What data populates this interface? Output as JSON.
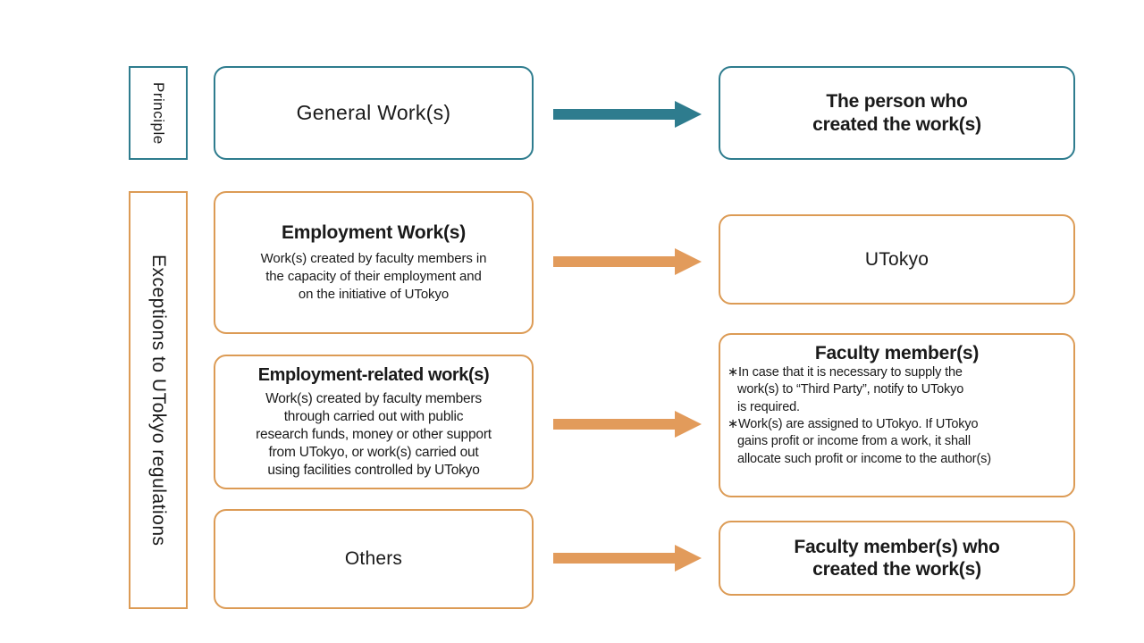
{
  "colors": {
    "teal": "#2E7C8E",
    "orange": "#DC9B55",
    "arrow_teal": "#2E7C8E",
    "arrow_orange": "#E29B5B",
    "text": "#1a1a1a",
    "background": "#ffffff"
  },
  "left_labels": {
    "principle": "Principle",
    "exceptions": "Exceptions to UTokyo regulations"
  },
  "rows": [
    {
      "id": "principle-general-works",
      "category": "Principle",
      "accent": "teal",
      "source": {
        "title": "General Work(s)",
        "description": ""
      },
      "arrow": "right-arrow-teal",
      "target": {
        "title_lines": [
          "The person who",
          "created the work(s)"
        ],
        "notes": []
      }
    },
    {
      "id": "employment-works",
      "category": "Exceptions to UTokyo regulations",
      "accent": "orange",
      "source": {
        "title": "Employment Work(s)",
        "description_lines": [
          "Work(s) created by faculty members in",
          "the capacity of their employment and",
          "on the initiative of UTokyo"
        ]
      },
      "arrow": "right-arrow-orange",
      "target": {
        "title_lines": [
          "UTokyo"
        ],
        "notes": []
      }
    },
    {
      "id": "employment-related-works",
      "category": "Exceptions to UTokyo regulations",
      "accent": "orange",
      "source": {
        "title": "Employment-related work(s)",
        "description_lines": [
          "Work(s) created by faculty members",
          "through carried out with public",
          "research funds, money or other support",
          "from UTokyo, or work(s) carried out",
          "using facilities controlled by UTokyo"
        ]
      },
      "arrow": "right-arrow-orange",
      "target": {
        "title_lines": [
          "Faculty member(s)"
        ],
        "notes": [
          {
            "marker": "∗",
            "lines": [
              "In case that it is necessary to supply the",
              "work(s) to “Third Party”, notify to UTokyo",
              "is required."
            ]
          },
          {
            "marker": "∗",
            "lines": [
              "Work(s) are assigned to UTokyo. If UTokyo",
              "gains profit or income from a work, it shall",
              "allocate such profit or income to the author(s)"
            ]
          }
        ]
      }
    },
    {
      "id": "others",
      "category": "Exceptions to UTokyo regulations",
      "accent": "orange",
      "source": {
        "title": "Others",
        "description_lines": []
      },
      "arrow": "right-arrow-orange",
      "target": {
        "title_lines": [
          "Faculty member(s) who",
          "created the work(s)"
        ],
        "notes": []
      }
    }
  ],
  "text": {
    "general_works": "General Work(s)",
    "person_who": "The person who",
    "created_the_works": "created the work(s)",
    "employment_works": "Employment Work(s)",
    "emp_desc_1": "Work(s) created by faculty members in",
    "emp_desc_2": "the capacity of their employment and",
    "emp_desc_3": "on the initiative of UTokyo",
    "utokyo": "UTokyo",
    "employment_related_works": "Employment-related work(s)",
    "rel_desc_1": "Work(s) created by faculty members",
    "rel_desc_2": "through carried out with public",
    "rel_desc_3": "research funds, money or other support",
    "rel_desc_4": "from UTokyo, or work(s) carried out",
    "rel_desc_5": "using facilities controlled by UTokyo",
    "faculty_members": "Faculty member(s)",
    "note1_l1": "∗In case that it is necessary to supply the",
    "note1_l2": "work(s) to “Third Party”, notify to UTokyo",
    "note1_l3": "is required.",
    "note2_l1": "∗Work(s) are assigned to UTokyo. If UTokyo",
    "note2_l2": "gains profit or income from a work, it shall",
    "note2_l3": "allocate such profit or income to the author(s)",
    "others": "Others",
    "faculty_who_1": "Faculty member(s) who",
    "faculty_who_2": "created the work(s)"
  }
}
